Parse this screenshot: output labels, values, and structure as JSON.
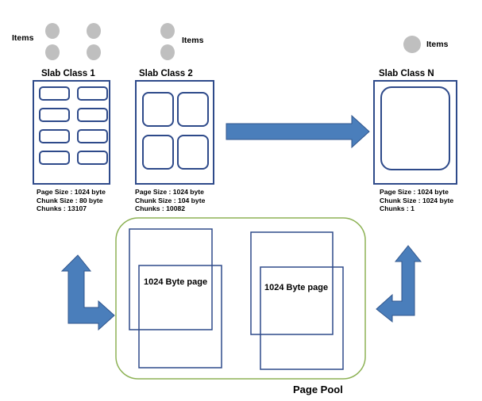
{
  "items_label": "Items",
  "slab_classes": [
    {
      "title": "Slab Class 1",
      "page_size": "Page Size : 1024 byte",
      "chunk_size": "Chunk Size : 80 byte",
      "chunks": "Chunks :  13107"
    },
    {
      "title": "Slab Class 2",
      "page_size": "Page Size : 1024 byte",
      "chunk_size": "Chunk Size : 104 byte",
      "chunks": "Chunks :  10082"
    },
    {
      "title": "Slab Class N",
      "page_size": "Page Size : 1024 byte",
      "chunk_size": "Chunk Size : 1024 byte",
      "chunks": "Chunks :  1"
    }
  ],
  "page_pool": {
    "title": "Page Pool",
    "page_label": "1024 Byte page"
  },
  "colors": {
    "box_stroke": "#2e4a8a",
    "arrow_fill": "#4a7ebb",
    "arrow_stroke": "#30558c",
    "pool_stroke": "#8db255",
    "item_fill": "#bfbfbf"
  }
}
